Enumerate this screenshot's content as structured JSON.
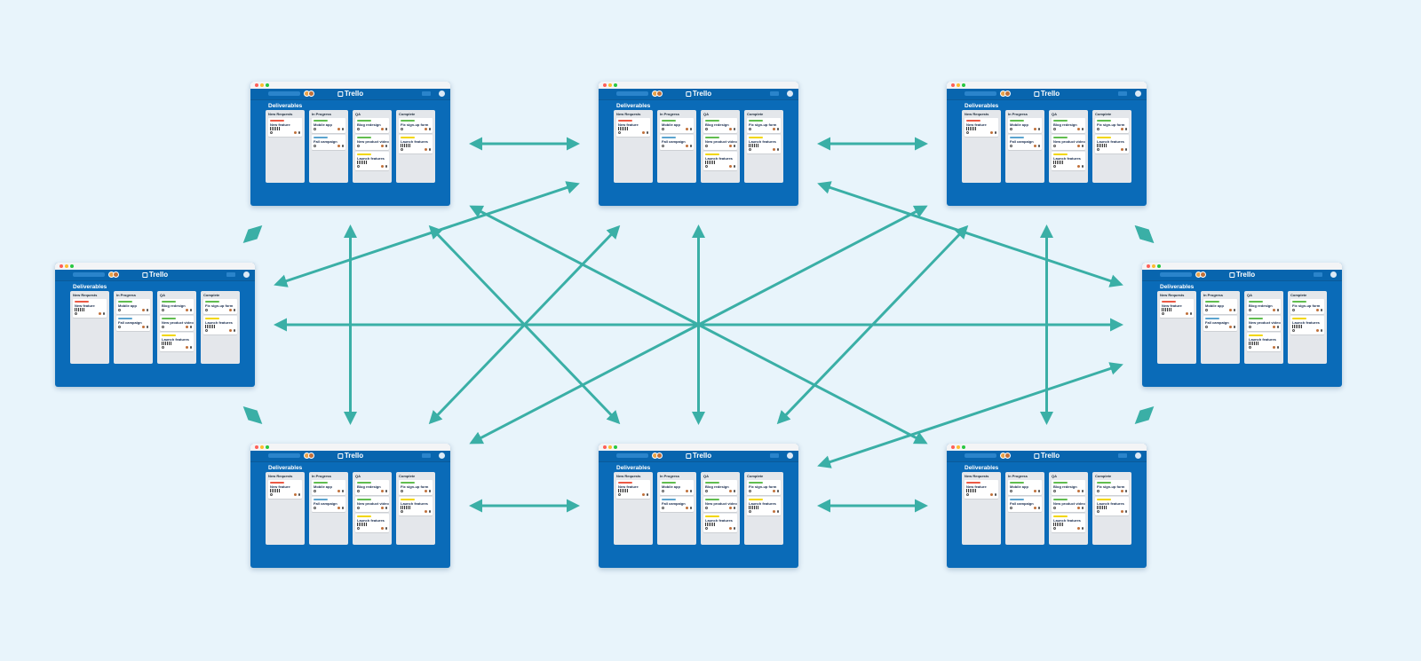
{
  "palette": {
    "background": "#e8f4fb",
    "arrow": "#3aafa6",
    "board": "#0a6bb8",
    "label_green": "#61bd4f",
    "label_red": "#eb5a46",
    "label_blue": "#5ba4cf",
    "label_yellow": "#f2d600"
  },
  "board_template": {
    "brand": "Trello",
    "title": "Deliverables",
    "icons": [
      "trello-logo-icon",
      "clock-icon",
      "avatar",
      "attachment-icon"
    ],
    "lists": [
      {
        "name": "New Requests",
        "cards": [
          {
            "title": "New feature",
            "label": "label_red",
            "thumbnail": true
          }
        ]
      },
      {
        "name": "In Progress",
        "cards": [
          {
            "title": "Mobile app",
            "label": "label_green"
          },
          {
            "title": "Fall campaign",
            "label": "label_blue"
          }
        ]
      },
      {
        "name": "QA",
        "cards": [
          {
            "title": "Blog redesign",
            "label": "label_green"
          },
          {
            "title": "New product video",
            "label": "label_green"
          },
          {
            "title": "Launch features",
            "label": "label_yellow",
            "thumbnail": true
          }
        ]
      },
      {
        "name": "Complete",
        "cards": [
          {
            "title": "Fix sign-up form",
            "label": "label_green"
          },
          {
            "title": "Launch features",
            "label": "label_yellow",
            "thumbnail": true
          }
        ]
      }
    ]
  },
  "boards": [
    "top-left",
    "top-center",
    "top-right",
    "middle-left",
    "middle-right",
    "bottom-left",
    "bottom-center",
    "bottom-right"
  ],
  "connections": [
    [
      "top-left",
      "top-center"
    ],
    [
      "top-center",
      "top-right"
    ],
    [
      "top-left",
      "middle-left"
    ],
    [
      "top-right",
      "middle-right"
    ],
    [
      "middle-left",
      "bottom-left"
    ],
    [
      "middle-right",
      "bottom-right"
    ],
    [
      "bottom-left",
      "bottom-center"
    ],
    [
      "bottom-center",
      "bottom-right"
    ],
    [
      "middle-left",
      "middle-right"
    ],
    [
      "top-left",
      "bottom-left"
    ],
    [
      "top-right",
      "bottom-right"
    ],
    [
      "top-center",
      "bottom-center"
    ],
    [
      "top-left",
      "bottom-center"
    ],
    [
      "top-left",
      "bottom-right"
    ],
    [
      "top-center",
      "middle-left"
    ],
    [
      "top-center",
      "middle-right"
    ],
    [
      "top-center",
      "bottom-left"
    ],
    [
      "top-right",
      "bottom-left"
    ],
    [
      "top-right",
      "bottom-center"
    ],
    [
      "top-right",
      "middle-right"
    ],
    [
      "middle-right",
      "bottom-center"
    ]
  ]
}
